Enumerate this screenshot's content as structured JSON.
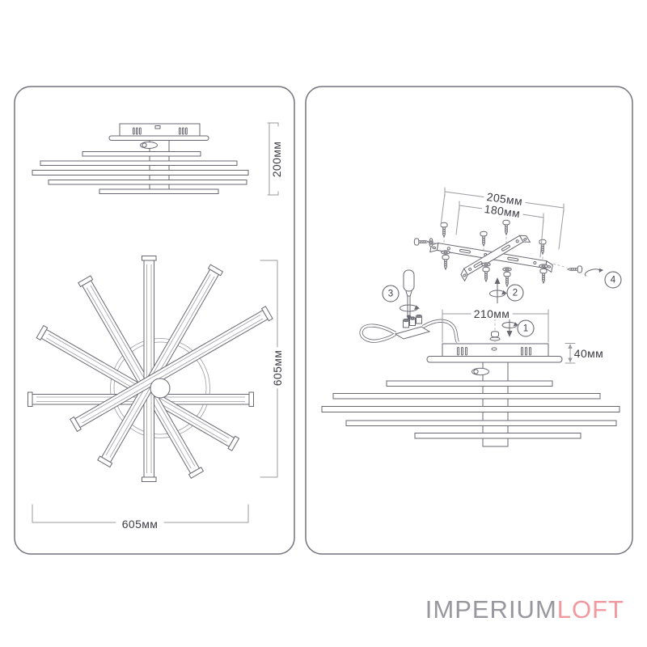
{
  "panels": {
    "left": {
      "side_view": {
        "height_label": "200мм"
      },
      "top_view": {
        "height_label": "605мм",
        "width_label": "605мм"
      }
    },
    "right": {
      "bracket": {
        "outer_width_label": "205мм",
        "inner_width_label": "180мм"
      },
      "install": {
        "canopy_width_label": "210мм",
        "canopy_height_label": "40мм",
        "steps": [
          "1",
          "2",
          "3",
          "4"
        ]
      }
    }
  },
  "logo": {
    "gray_text": "IMPERIUM",
    "red_text": "LOFT"
  },
  "colors": {
    "line": "#686870",
    "dim_line": "#9b9ba1",
    "text": "#3b3b42",
    "panel_border": "#73737b",
    "logo_gray": "#97979d",
    "logo_red": "#f09aa0"
  }
}
